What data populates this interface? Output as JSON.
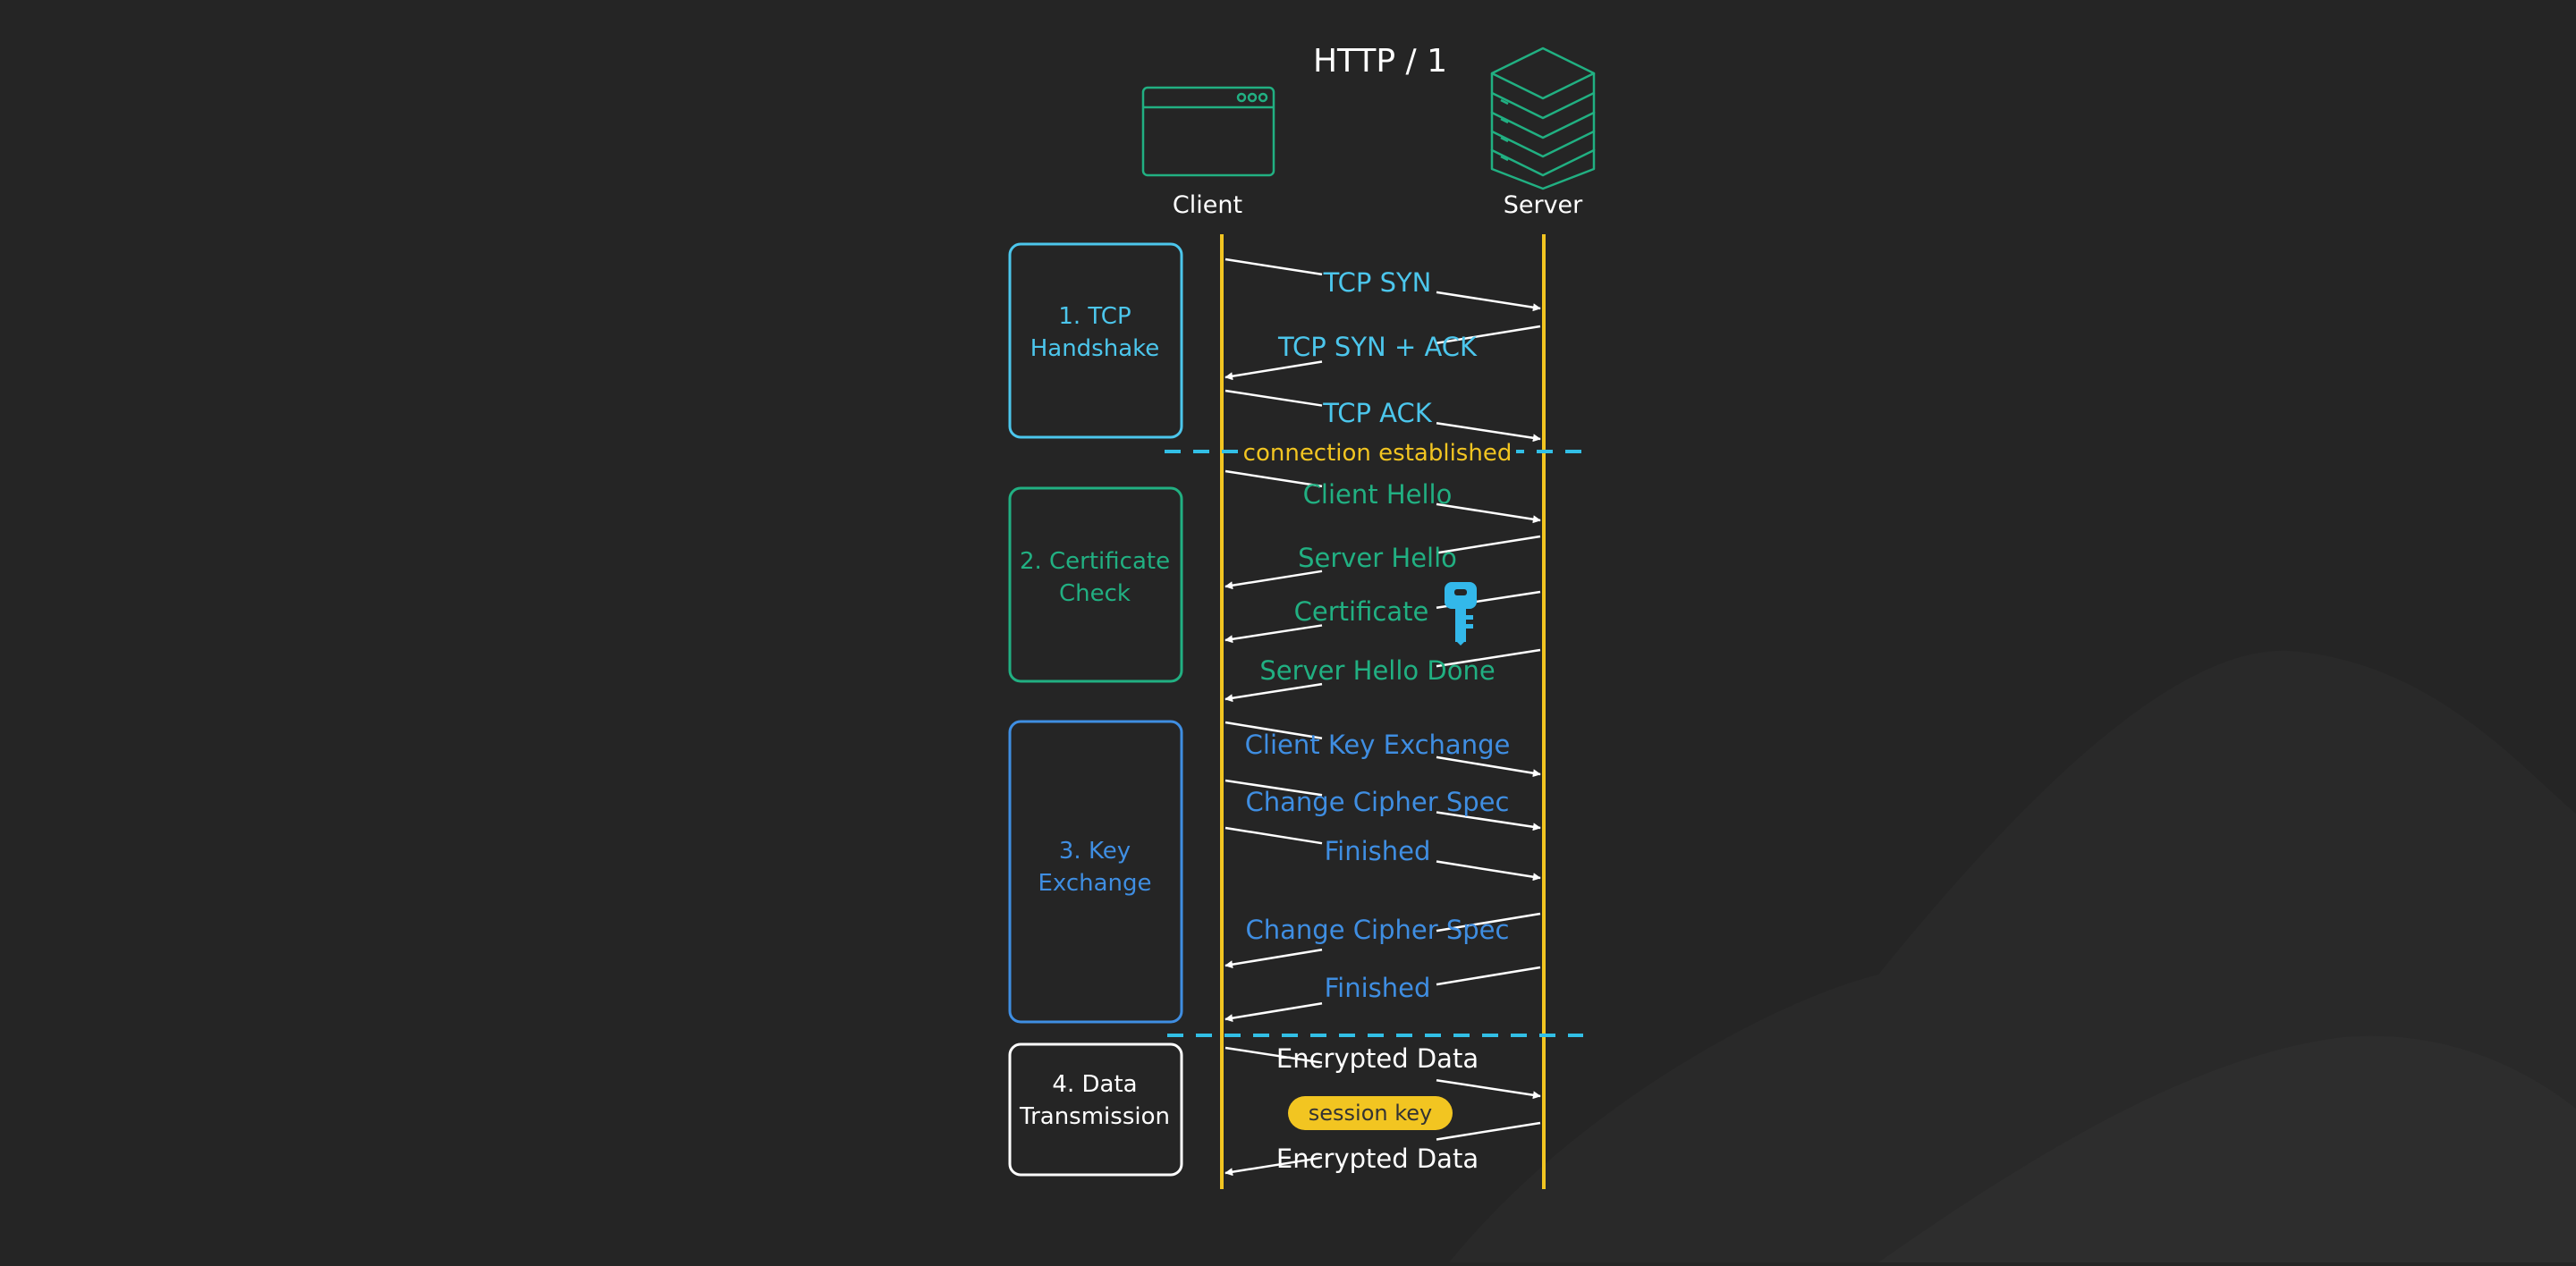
{
  "title": "HTTP / 1",
  "colors": {
    "background": "#252525",
    "lifeline": "#f2c521",
    "tcp": "#4cc6ec",
    "certificate": "#21b082",
    "key_exchange": "#3f8ee2",
    "data": "#ffffff",
    "arrow": "#ffffff",
    "badge": "#f2c521",
    "divider": "#32bfe6"
  },
  "actors": {
    "client": {
      "label": "Client",
      "icon": "browser-window-icon"
    },
    "server": {
      "label": "Server",
      "icon": "server-stack-icon"
    }
  },
  "phases": [
    {
      "label_lines": [
        "1. TCP",
        "Handshake"
      ],
      "color": "#4cc6ec"
    },
    {
      "label_lines": [
        "2. Certificate",
        "Check"
      ],
      "color": "#21b082"
    },
    {
      "label_lines": [
        "3. Key",
        "Exchange"
      ],
      "color": "#3f8ee2"
    },
    {
      "label_lines": [
        "4. Data",
        "Transmission"
      ],
      "color": "#ffffff"
    }
  ],
  "divider_label": "connection established",
  "messages": [
    {
      "label": "TCP SYN",
      "direction": "client-to-server",
      "phase": 0
    },
    {
      "label": "TCP SYN + ACK",
      "direction": "server-to-client",
      "phase": 0
    },
    {
      "label": "TCP ACK",
      "direction": "client-to-server",
      "phase": 0
    },
    {
      "label": "Client Hello",
      "direction": "client-to-server",
      "phase": 1
    },
    {
      "label": "Server Hello",
      "direction": "server-to-client",
      "phase": 1
    },
    {
      "label": "Certificate",
      "direction": "server-to-client",
      "phase": 1
    },
    {
      "label": "Server Hello Done",
      "direction": "server-to-client",
      "phase": 1
    },
    {
      "label": "Client Key Exchange",
      "direction": "client-to-server",
      "phase": 2
    },
    {
      "label": "Change Cipher Spec",
      "direction": "client-to-server",
      "phase": 2
    },
    {
      "label": "Finished",
      "direction": "client-to-server",
      "phase": 2
    },
    {
      "label": "Change Cipher Spec",
      "direction": "server-to-client",
      "phase": 2
    },
    {
      "label": "Finished",
      "direction": "server-to-client",
      "phase": 2
    },
    {
      "label": "Encrypted Data",
      "direction": "client-to-server",
      "phase": 3
    },
    {
      "label": "Encrypted Data",
      "direction": "server-to-client",
      "phase": 3
    }
  ],
  "certificate_icon": "key-icon",
  "session_badge": "session key"
}
